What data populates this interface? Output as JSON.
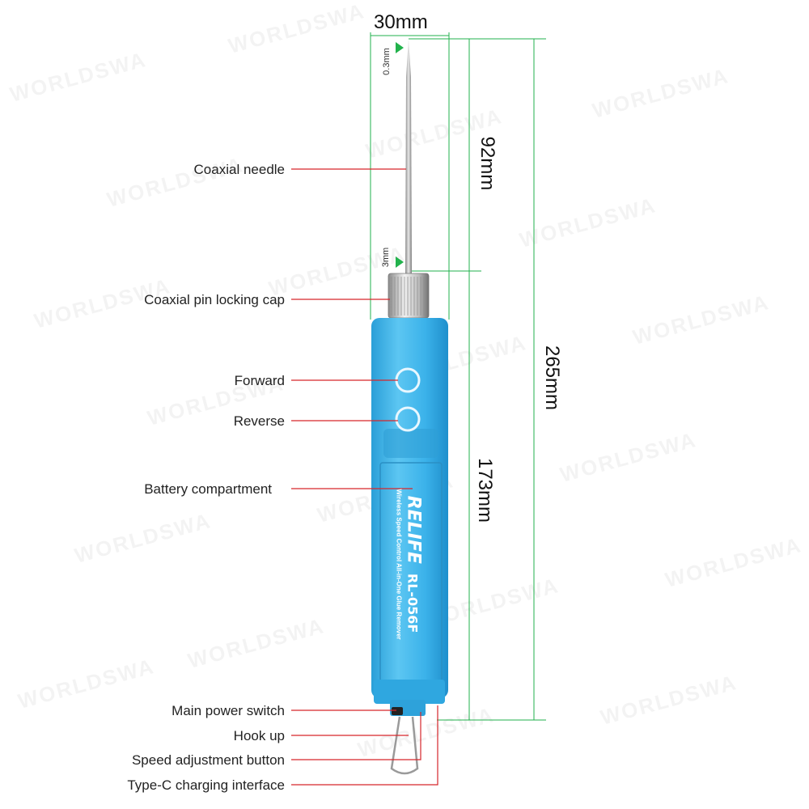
{
  "labels": {
    "coaxial_needle": "Coaxial needle",
    "locking_cap": "Coaxial pin locking cap",
    "forward": "Forward",
    "reverse": "Reverse",
    "battery": "Battery compartment",
    "power_switch": "Main power switch",
    "hook_up": "Hook up",
    "speed_button": "Speed adjustment button",
    "type_c": "Type-C charging interface"
  },
  "dimensions": {
    "width": "30mm",
    "tip": "0.3mm",
    "base": "3mm",
    "needle_length": "92mm",
    "body_length": "173mm",
    "total_length": "265mm"
  },
  "product": {
    "brand": "RELIFE",
    "model": "RL-056F",
    "description": "Wireless Speed Control All-in-One Glue Remover"
  },
  "watermark": "WORLDSWA",
  "colors": {
    "body": "#3db4ea",
    "dimension_line": "#22b24c",
    "callout_line": "#d6262b"
  }
}
